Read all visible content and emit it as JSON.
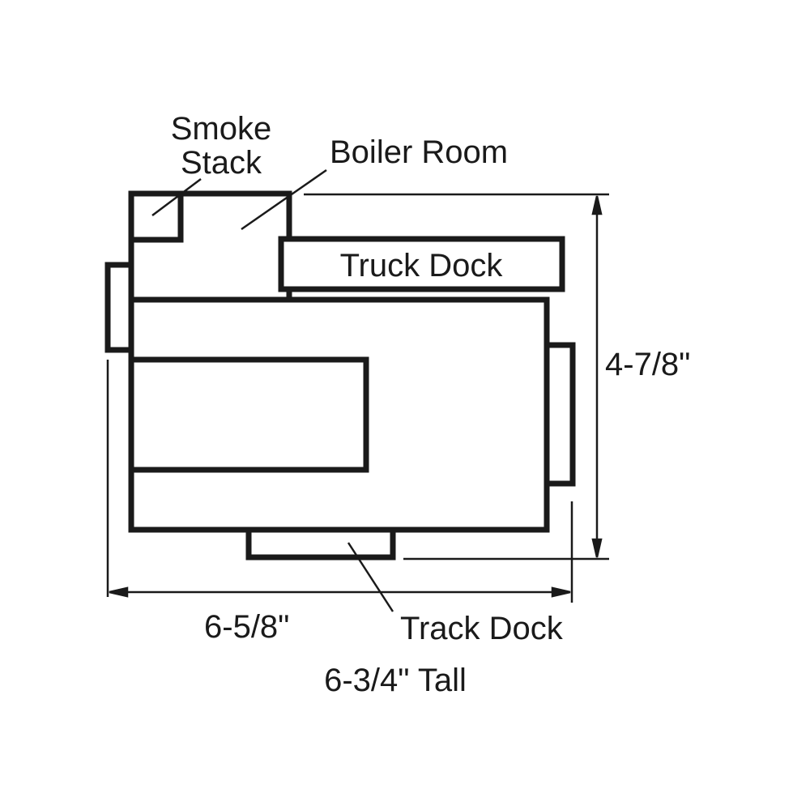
{
  "diagram": {
    "type": "floor-plan-footprint",
    "colors": {
      "stroke": "#1a1a1a",
      "background": "#ffffff"
    },
    "labels": {
      "smoke_stack_line1": "Smoke",
      "smoke_stack_line2": "Stack",
      "boiler_room": "Boiler Room",
      "truck_dock": "Truck Dock",
      "track_dock": "Track Dock"
    },
    "dimensions": {
      "width": "6-5/8\"",
      "depth": "4-7/8\"",
      "height": "6-3/4\" Tall"
    }
  }
}
